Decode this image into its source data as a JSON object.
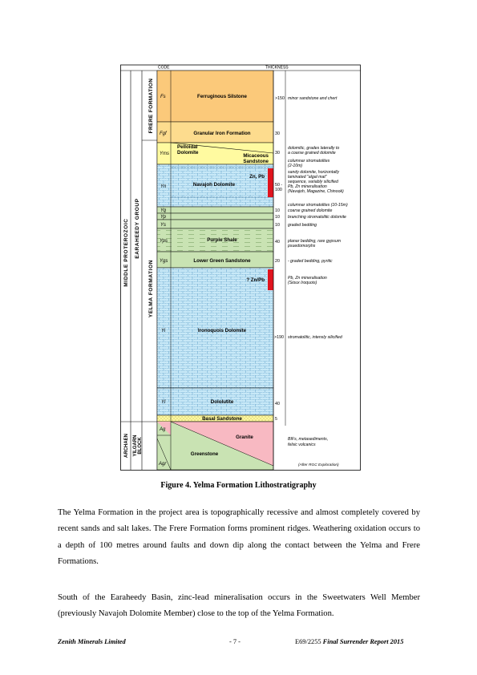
{
  "figure": {
    "header": {
      "code": "CODE",
      "thickness": "THICKNESS"
    },
    "vertical_labels": {
      "middle_proterozoic": "MIDDLE PROTEROZOIC",
      "earaheedy_group": "EARAHEEDY GROUP",
      "frere_formation": "FRERE FORMATION",
      "yelma_formation": "YELMA FORMATION",
      "archaen": "ARCHAEN",
      "yilgarn_block": "YILGARN BLOCK"
    },
    "units": [
      {
        "code": "Fs",
        "name": "Ferruginous Silstone",
        "thickness": ">150",
        "note": "minor sandstone and chert"
      },
      {
        "code": "Fgf",
        "name": "Granular Iron Formation",
        "thickness": "30",
        "note": ""
      },
      {
        "code": "Yms",
        "name_a": "Pelloidal",
        "name_b": "Dolomite",
        "name_c": "Micaceous",
        "name_d": "Sandstone",
        "thickness": "30",
        "note_1": "dolomitic, grades laterally to",
        "note_2": "a coarse grained dolomite"
      },
      {
        "code": "Yn",
        "name": "Navajoh Dolomite",
        "mineral": "Zn, Pb",
        "thickness_1": "50 -",
        "thickness_2": "100",
        "note_1": "columnar stromatolites",
        "note_2": "(2-10m)",
        "note_3": "sandy dolomite, horizontally",
        "note_4": "laminated \"algal mat\"",
        "note_5": "sequence, variably silicified",
        "note_6": "Pb, Zn mineralisation",
        "note_7": "(Navajoh, Magazine, Chinook)"
      },
      {
        "code": "Yq",
        "thickness": "10",
        "note_1": "columnar stromatolites (10-15m)",
        "note_2": "coarse grained dolomite"
      },
      {
        "code": "Yp",
        "thickness": "10",
        "note": "branching stromatolitic dolomite"
      },
      {
        "code": "Ys",
        "thickness": "10",
        "note": "graded bedding"
      },
      {
        "code": "Yps",
        "name": "Purple Shale",
        "thickness": "40",
        "note_1": "planar bedding, rare gypsum",
        "note_2": "psuedomorphs"
      },
      {
        "code": "Ygs",
        "name": "Lower Green Sandstone",
        "thickness": "20",
        "note": "- graded bedding, pyritic"
      },
      {
        "code": "Yi",
        "name": "Ironoquois Dolomite",
        "mineral": "? Zn/Pb",
        "thickness": ">190",
        "note_1": "Pb, Zn mineralisation",
        "note_2": "(Sioux Iroquois)",
        "note_3": "stromatolitic, intensly silicified"
      },
      {
        "code": "Yl",
        "name": "Dololutite",
        "thickness": "40"
      },
      {
        "name": "Basal Sandstone",
        "thickness": "5"
      },
      {
        "code_a": "Ag",
        "code_b": "Agr",
        "name_a": "Granite",
        "name_b": "Greenstone",
        "note_1": "BIFs, metasediments,",
        "note_2": "felsic volcanics"
      }
    ],
    "credit": "(After RGC Exploration)",
    "colors": {
      "ferruginous": "#fbc97a",
      "granular_iron": "#fddc8e",
      "yellow": "#fffaa0",
      "dolomite": "#c7e8f7",
      "green": "#c9e3b3",
      "red": "#e0141e",
      "pink": "#f8b9c2"
    }
  },
  "caption": "Figure 4. Yelma Formation Lithostratigraphy",
  "paragraph_1": "The Yelma Formation in the project area is topographically recessive and almost completely covered by recent sands and salt lakes. The Frere Formation forms prominent ridges. Weathering oxidation occurs to a depth of 100 metres around faults and down dip along the contact between the Yelma and Frere Formations.",
  "paragraph_2": "South of the Earaheedy Basin, zinc-lead mineralisation occurs in the Sweetwaters Well Member (previously Navajoh Dolomite Member) close to the top of the Yelma Formation.",
  "footer": {
    "left": "Zenith Minerals Limited",
    "center": "- 7 -",
    "right_plain": "E69/2255 ",
    "right_bold": "Final Surrender  Report 2015"
  }
}
